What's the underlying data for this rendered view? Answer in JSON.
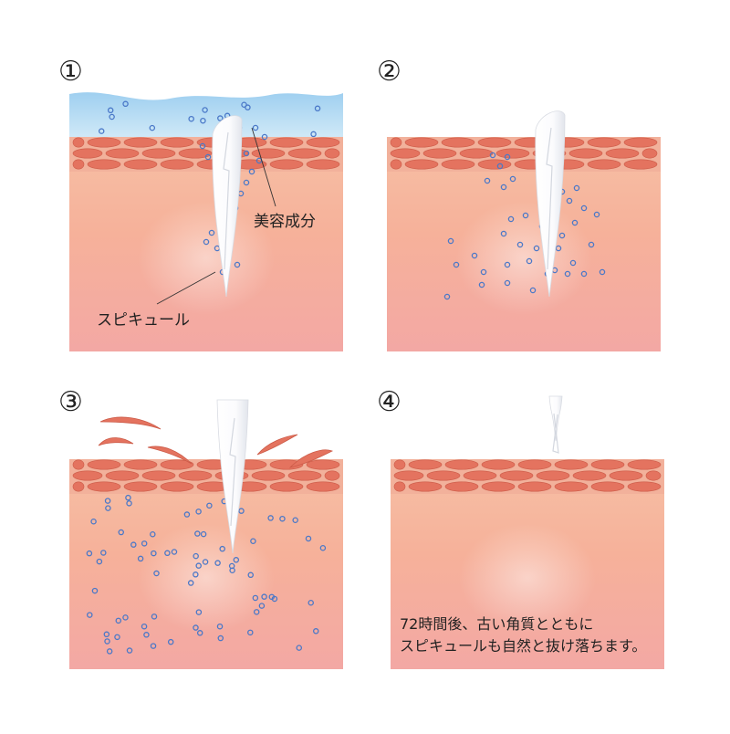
{
  "panels": [
    {
      "step": "①",
      "labels": {
        "ingredient": "美容成分",
        "spicule": "スピキュール"
      }
    },
    {
      "step": "②"
    },
    {
      "step": "③"
    },
    {
      "step": "④",
      "caption": [
        "72時間後、古い角質とともに",
        "スピキュールも自然と抜け落ちます。"
      ]
    }
  ],
  "colors": {
    "skin_top": "#f6b39e",
    "skin_bottom": "#f3a9a5",
    "epidermis": "#f2b19b",
    "cell": "#e4735f",
    "cell_stroke": "#cc5b48",
    "serum": "#bfe0f4",
    "particle": "#4a78c8",
    "spicule": "#ffffff"
  }
}
